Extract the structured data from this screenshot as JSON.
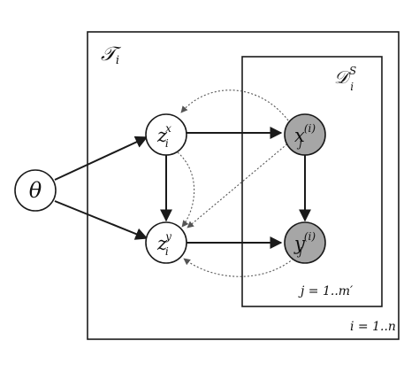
{
  "plates": {
    "outer": {
      "label": "𝒯",
      "sub": "i",
      "range": "i = 1..n"
    },
    "inner": {
      "label": "𝒟",
      "sub": "i",
      "sup": "S",
      "range": "j = 1..m′"
    }
  },
  "nodes": {
    "theta": {
      "label": "θ",
      "fill": "#ffffff"
    },
    "zx": {
      "base": "z",
      "sub": "i",
      "sup": "x",
      "fill": "#ffffff"
    },
    "zy": {
      "base": "z",
      "sub": "i",
      "sup": "y",
      "fill": "#ffffff"
    },
    "x": {
      "base": "x",
      "sub": "j",
      "sup": "(i)",
      "fill": "#a6a6a6"
    },
    "y": {
      "base": "y",
      "sub": "j",
      "sup": "(i)",
      "fill": "#a6a6a6"
    }
  },
  "edges": {
    "solid": [
      [
        "theta",
        "zx"
      ],
      [
        "theta",
        "zy"
      ],
      [
        "zx",
        "x"
      ],
      [
        "zy",
        "y"
      ],
      [
        "zx",
        "zy"
      ],
      [
        "x",
        "y"
      ]
    ],
    "dotted": [
      [
        "x",
        "zx"
      ],
      [
        "x",
        "zy"
      ],
      [
        "y",
        "zy"
      ],
      [
        "zx",
        "zy"
      ]
    ]
  }
}
